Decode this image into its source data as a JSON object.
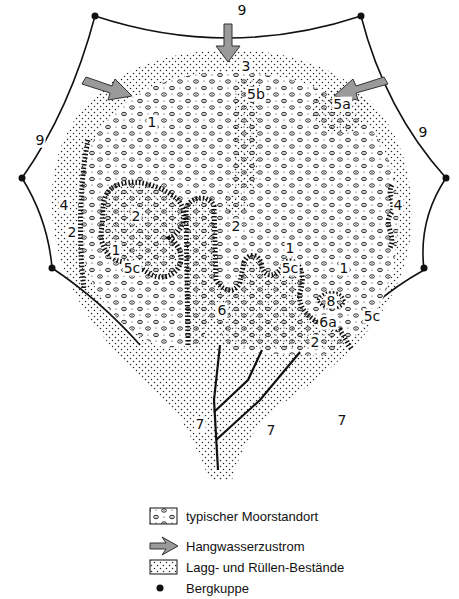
{
  "diagram": {
    "labels": [
      "9",
      "3",
      "5b",
      "5a",
      "9",
      "9",
      "1",
      "4",
      "2",
      "2",
      "2",
      "1",
      "5c",
      "1",
      "5c",
      "1",
      "6",
      "8",
      "6a",
      "5c",
      "2",
      "4",
      "7",
      "7",
      "7"
    ],
    "legend": [
      {
        "text": "typischer Moorstandort"
      },
      {
        "text": "Hangwasserzustrom"
      },
      {
        "text": "Lagg- und Rüllen-Bestände"
      },
      {
        "text": "Bergkuppe"
      }
    ]
  }
}
